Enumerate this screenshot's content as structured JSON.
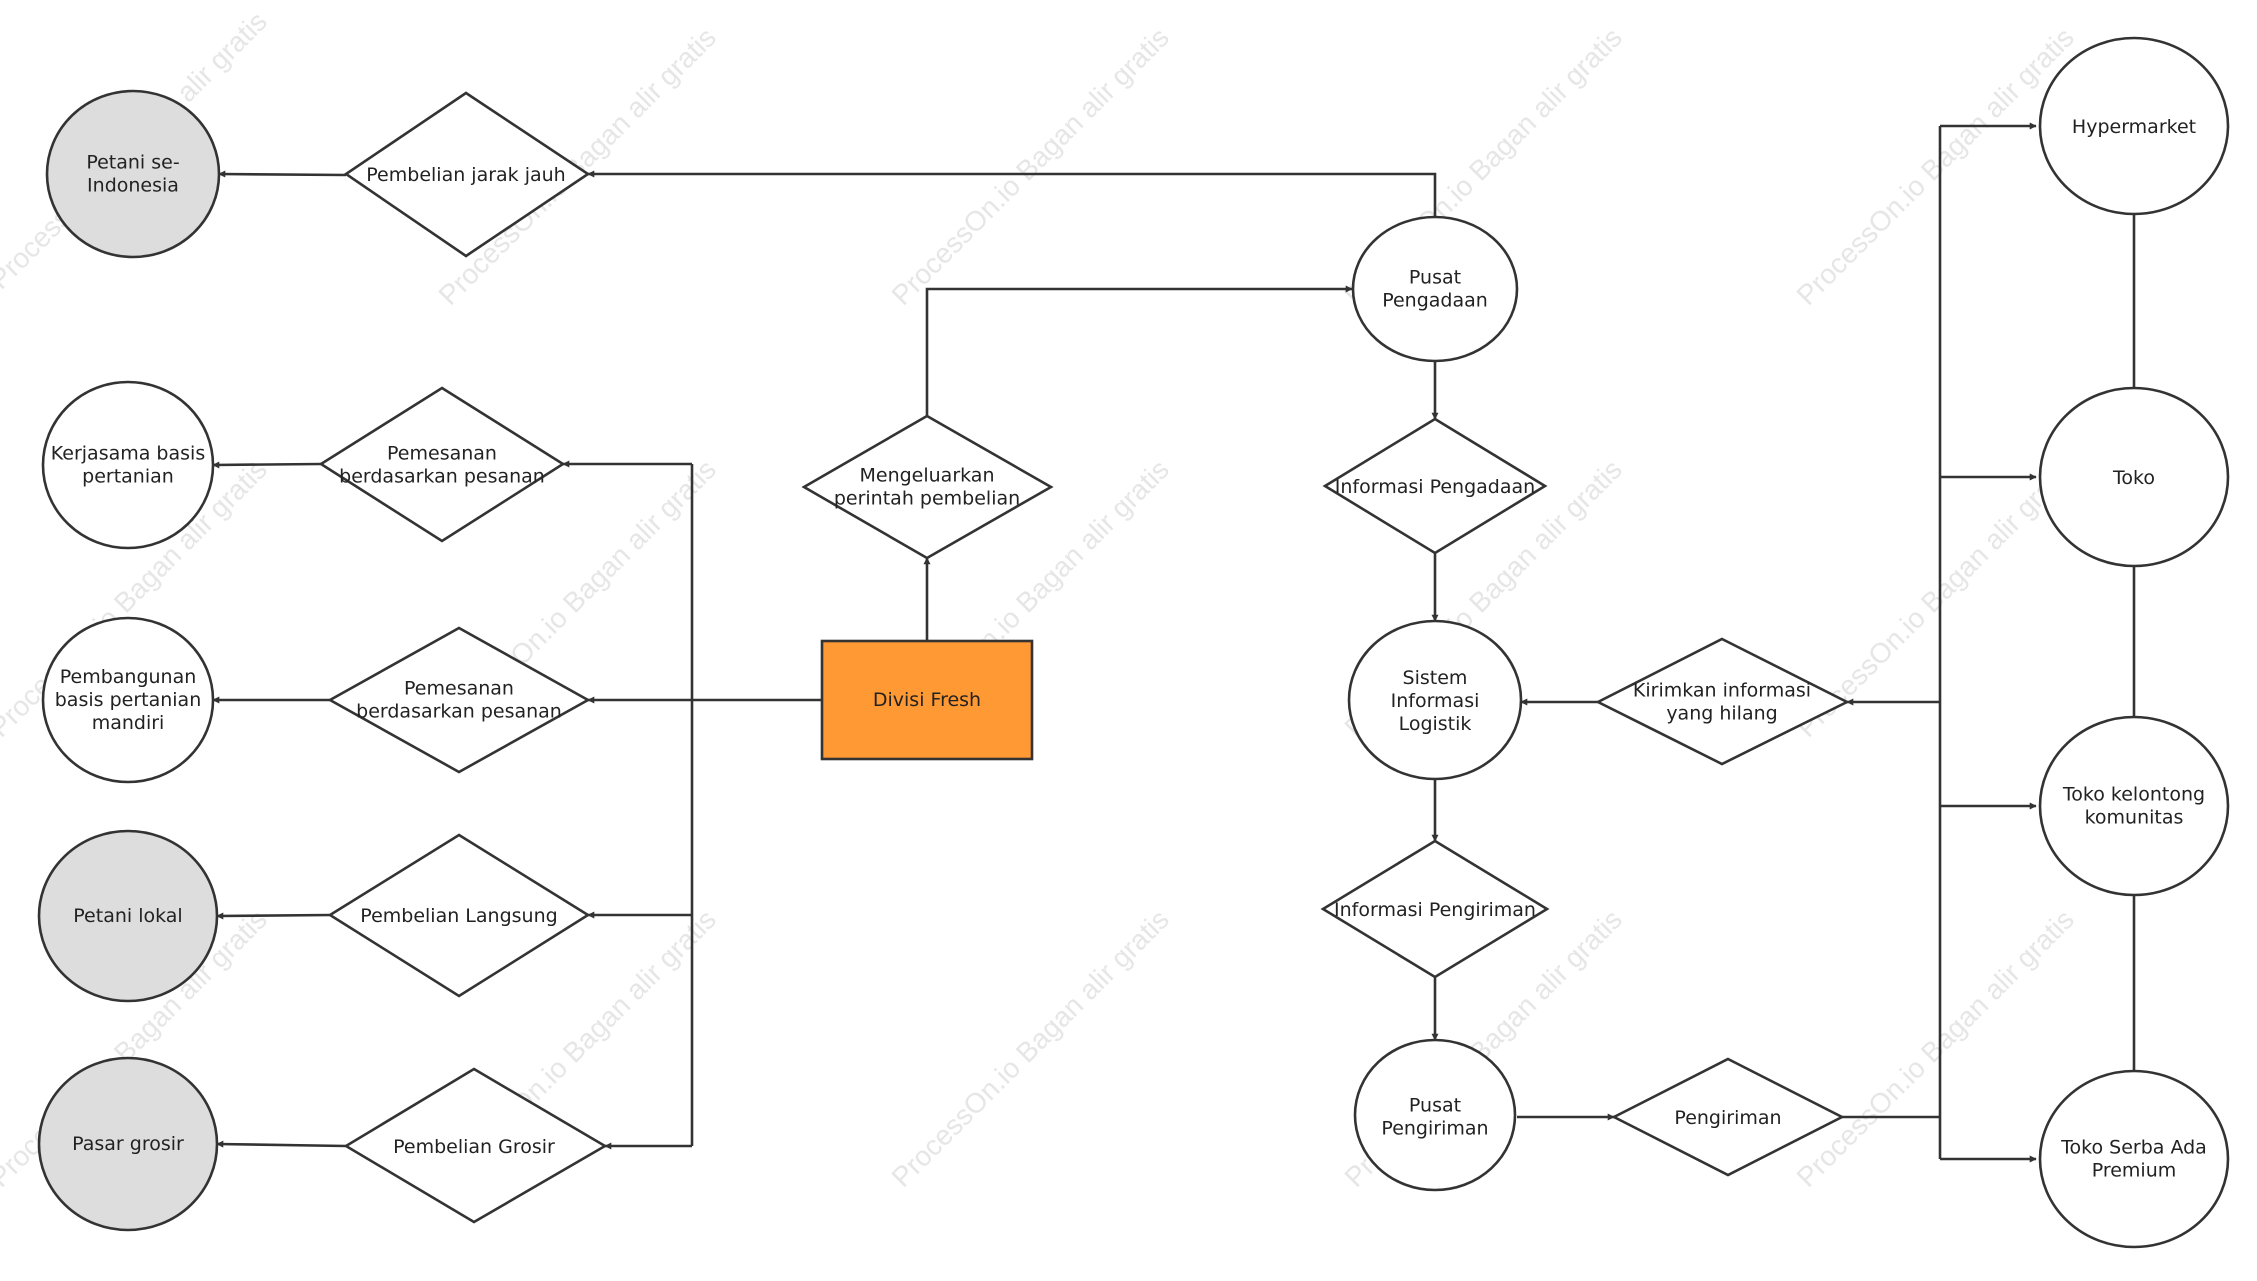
{
  "colors": {
    "stroke": "#333333",
    "fill_default": "#ffffff",
    "fill_gray": "#dddddd",
    "fill_orange": "#ff9933",
    "watermark": "#e6e6e6"
  },
  "watermark_text": "ProcessOn.io Bagan alir gratis",
  "nodes": {
    "petani_indonesia": {
      "lines": [
        "Petani se-",
        "Indonesia"
      ],
      "fill": "gray"
    },
    "kerjasama": {
      "lines": [
        "Kerjasama basis",
        "pertanian"
      ],
      "fill": "default"
    },
    "pembangunan": {
      "lines": [
        "Pembangunan",
        "basis pertanian",
        "mandiri"
      ],
      "fill": "default"
    },
    "petani_lokal": {
      "lines": [
        "Petani lokal"
      ],
      "fill": "gray"
    },
    "pasar_grosir": {
      "lines": [
        "Pasar grosir"
      ],
      "fill": "gray"
    },
    "pembelian_jarak_jauh": {
      "lines": [
        "Pembelian jarak jauh"
      ],
      "fill": "default"
    },
    "pemesanan_1": {
      "lines": [
        "Pemesanan",
        "berdasarkan pesanan"
      ],
      "fill": "default"
    },
    "pemesanan_2": {
      "lines": [
        "Pemesanan",
        "berdasarkan pesanan"
      ],
      "fill": "default"
    },
    "pembelian_langsung": {
      "lines": [
        "Pembelian Langsung"
      ],
      "fill": "default"
    },
    "pembelian_grosir": {
      "lines": [
        "Pembelian Grosir"
      ],
      "fill": "default"
    },
    "mengeluarkan": {
      "lines": [
        "Mengeluarkan",
        "perintah pembelian"
      ],
      "fill": "default"
    },
    "divisi_fresh": {
      "lines": [
        "Divisi Fresh"
      ],
      "fill": "orange"
    },
    "pusat_pengadaan": {
      "lines": [
        "Pusat",
        "Pengadaan"
      ],
      "fill": "default"
    },
    "informasi_pengadaan": {
      "lines": [
        "Informasi Pengadaan"
      ],
      "fill": "default"
    },
    "sistem_informasi": {
      "lines": [
        "Sistem",
        "Informasi",
        "Logistik"
      ],
      "fill": "default"
    },
    "informasi_pengiriman": {
      "lines": [
        "Informasi Pengiriman"
      ],
      "fill": "default"
    },
    "pusat_pengiriman": {
      "lines": [
        "Pusat",
        "Pengiriman"
      ],
      "fill": "default"
    },
    "pengiriman": {
      "lines": [
        "Pengiriman"
      ],
      "fill": "default"
    },
    "kirimkan": {
      "lines": [
        "Kirimkan informasi",
        "yang hilang"
      ],
      "fill": "default"
    },
    "hypermarket": {
      "lines": [
        "Hypermarket"
      ],
      "fill": "default"
    },
    "toko": {
      "lines": [
        "Toko"
      ],
      "fill": "default"
    },
    "toko_kelontong": {
      "lines": [
        "Toko kelontong",
        "komunitas"
      ],
      "fill": "default"
    },
    "toko_serba_ada": {
      "lines": [
        "Toko Serba Ada",
        "Premium"
      ],
      "fill": "default"
    }
  }
}
